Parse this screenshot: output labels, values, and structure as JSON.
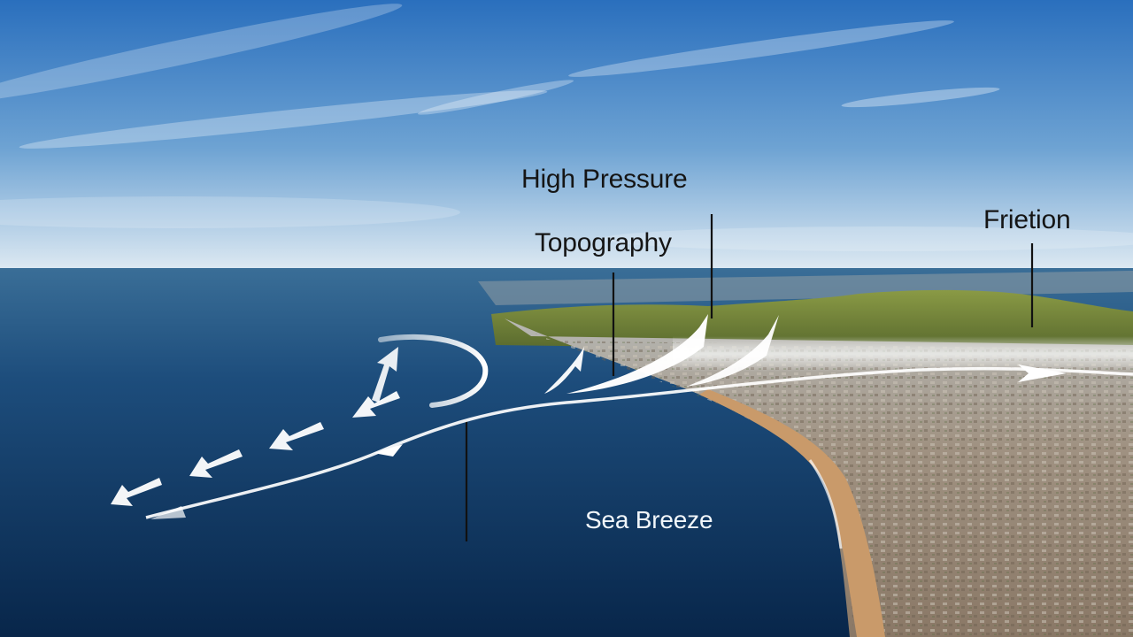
{
  "labels": {
    "high_pressure": "High Pressure",
    "topography": "Topography",
    "friction": "Frietion",
    "sea_breeze": "Sea Breeze"
  },
  "colors": {
    "sky_top": "#2f74bf",
    "sky_horizon": "#d9e8f2",
    "sea_far": "#2f6491",
    "sea_near": "#0a2a4f",
    "hill": "#7d8f3e",
    "city": "#9a8a78",
    "beach": "#c99a6a",
    "arrow": "#ffffff",
    "leader_line": "#111111"
  }
}
